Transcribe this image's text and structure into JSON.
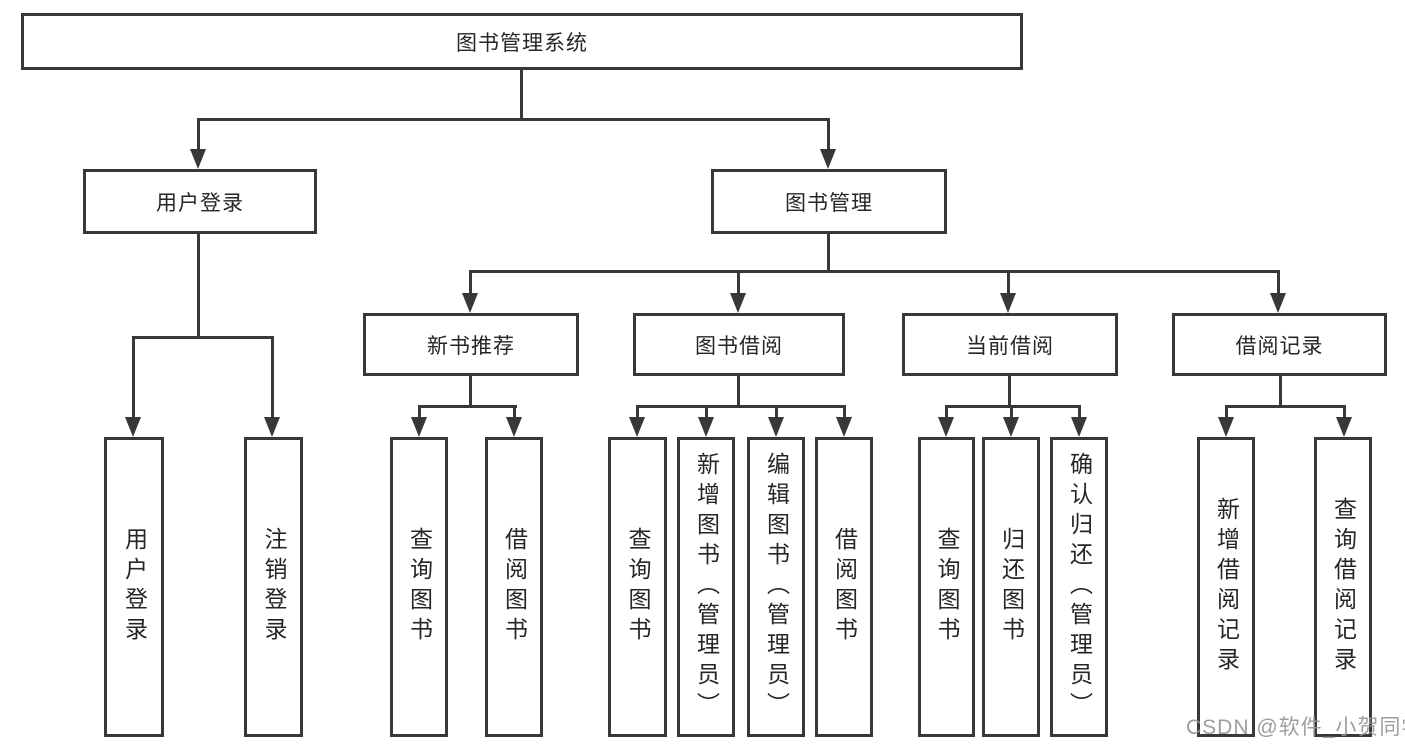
{
  "diagram": {
    "type": "hierarchy",
    "colors": {
      "line": "#383838",
      "box_border": "#383838",
      "box_fill": "#ffffff",
      "text": "#262626",
      "watermark": "#949494",
      "background": "#ffffff"
    },
    "nodes": {
      "root": {
        "label": "图书管理系统"
      },
      "user_login": {
        "label": "用户登录",
        "parent": "root"
      },
      "book_mgmt": {
        "label": "图书管理",
        "parent": "root"
      },
      "new_book": {
        "label": "新书推荐",
        "parent": "book_mgmt"
      },
      "book_borrow": {
        "label": "图书借阅",
        "parent": "book_mgmt"
      },
      "current_borrow": {
        "label": "当前借阅",
        "parent": "book_mgmt"
      },
      "borrow_record": {
        "label": "借阅记录",
        "parent": "book_mgmt"
      },
      "leaf_user_login": {
        "label": "用户登录",
        "parent": "user_login"
      },
      "leaf_logout": {
        "label": "注销登录",
        "parent": "user_login"
      },
      "leaf_nb_query": {
        "label": "查询图书",
        "parent": "new_book"
      },
      "leaf_nb_borrow": {
        "label": "借阅图书",
        "parent": "new_book"
      },
      "leaf_bb_query": {
        "label": "查询图书",
        "parent": "book_borrow"
      },
      "leaf_bb_add": {
        "label": "新增图书（管理员）",
        "parent": "book_borrow"
      },
      "leaf_bb_edit": {
        "label": "编辑图书（管理员）",
        "parent": "book_borrow"
      },
      "leaf_bb_borrow": {
        "label": "借阅图书",
        "parent": "book_borrow"
      },
      "leaf_cb_query": {
        "label": "查询图书",
        "parent": "current_borrow"
      },
      "leaf_cb_return": {
        "label": "归还图书",
        "parent": "current_borrow"
      },
      "leaf_cb_confirm": {
        "label": "确认归还（管理员）",
        "parent": "current_borrow"
      },
      "leaf_br_add": {
        "label": "新增借阅记录",
        "parent": "borrow_record"
      },
      "leaf_br_query": {
        "label": "查询借阅记录",
        "parent": "borrow_record"
      }
    }
  },
  "watermark": {
    "text": "CSDN @软件_小贺同学"
  }
}
